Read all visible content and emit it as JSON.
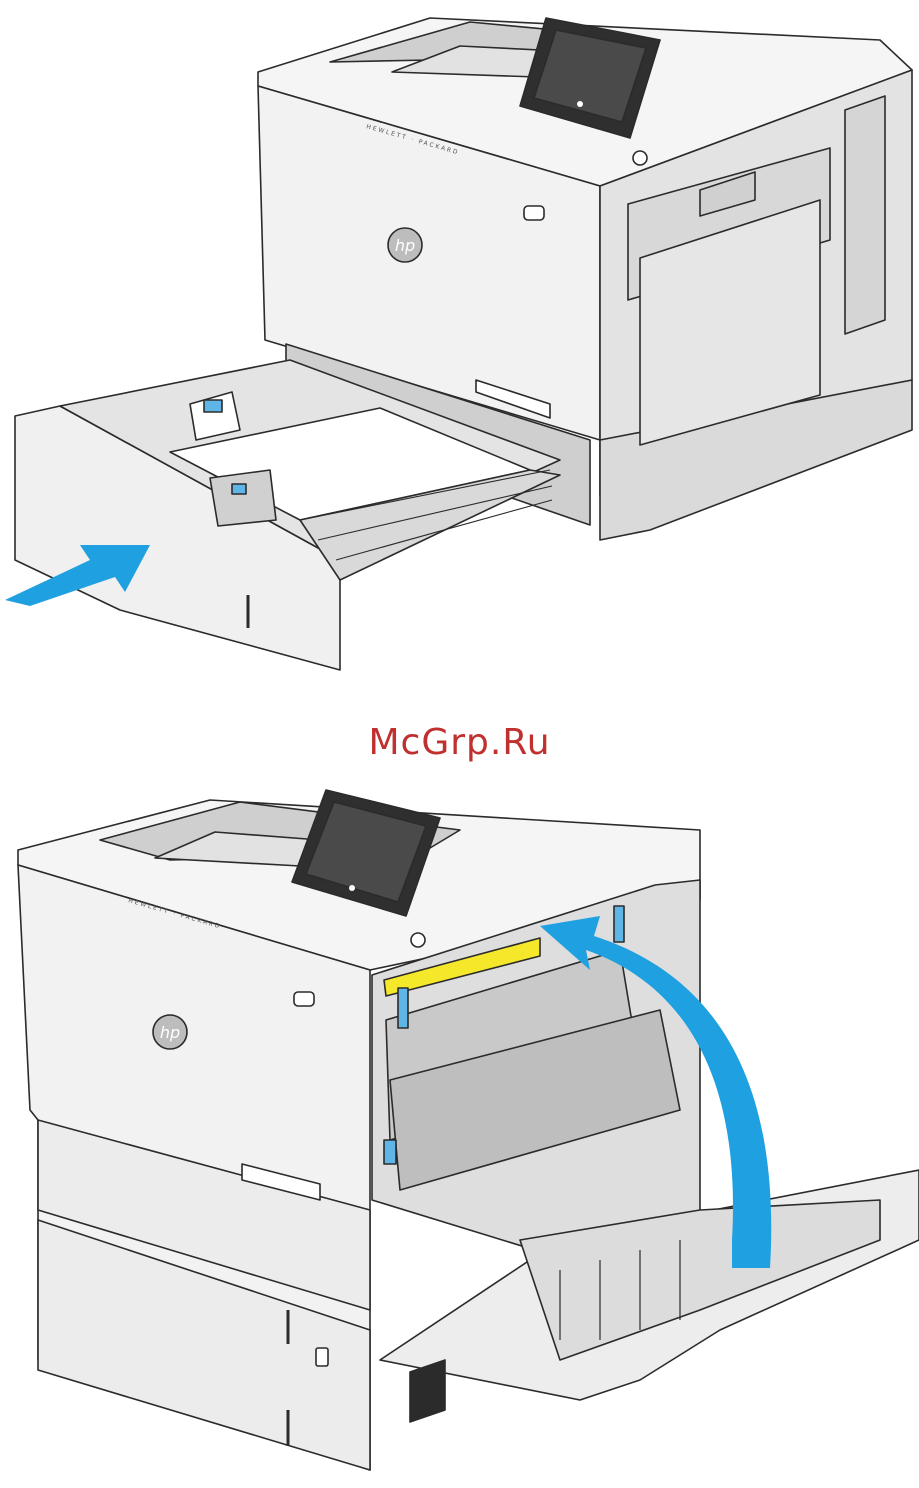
{
  "watermark": {
    "text": "McGrp.Ru",
    "color": "#c0302f"
  },
  "figures": [
    {
      "name": "tray-insert-illustration",
      "brand_text": "HEWLETT · PACKARD",
      "logo_text": "hp",
      "arrow_color": "#1ea0e1",
      "arrow_direction": "insert-tray"
    },
    {
      "name": "right-door-close-illustration",
      "brand_text": "HEWLETT · PACKARD",
      "logo_text": "hp",
      "arrow_color": "#1ea0e1",
      "arrow_direction": "close-right-door",
      "highlight_color": "#f5e82a"
    }
  ],
  "colors": {
    "outline": "#2b2b2b",
    "panel": "#eeeeee",
    "panel_light": "#f7f7f7",
    "panel_dark": "#d4d4d4",
    "screen": "#4a4a4a",
    "accent_blue": "#1ea0e1",
    "touch_blue": "#5fb6e6"
  }
}
